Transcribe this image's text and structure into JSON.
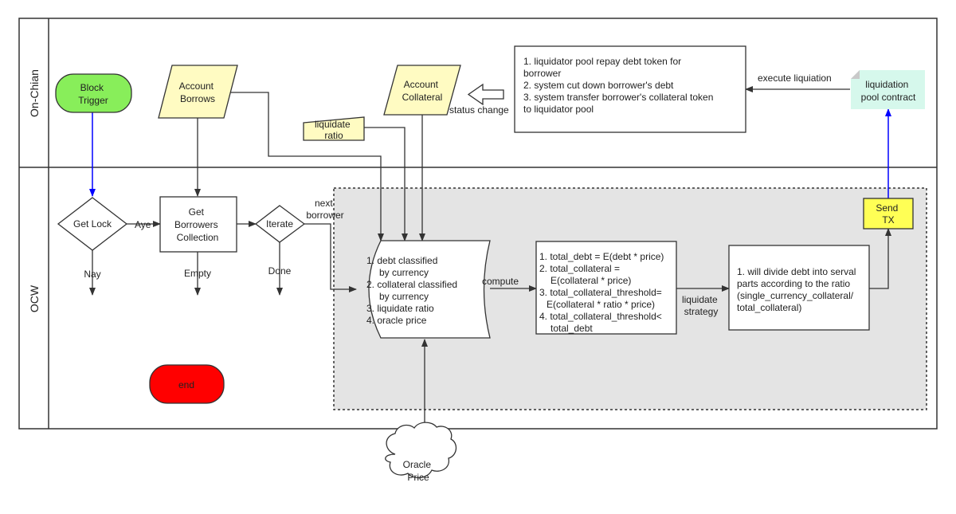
{
  "lanes": {
    "on_chain": "On-Chian",
    "ocw": "OCW"
  },
  "nodes": {
    "block_trigger": [
      "Block",
      "Trigger"
    ],
    "account_borrows": [
      "Account",
      "Borrows"
    ],
    "account_collateral": [
      "Account",
      "Collateral"
    ],
    "liquidate_ratio": [
      "liquidate",
      "ratio"
    ],
    "steps_box": [
      "1. liquidator pool repay debt token for",
      "borrower",
      "2. system cut down borrower's debt",
      "3. system transfer borrower's collateral token",
      "to liquidator pool"
    ],
    "liquidation_pool_contract": [
      "liquidation",
      "pool contract"
    ],
    "get_lock": "Get Lock",
    "get_borrowers_collection": [
      "Get",
      "Borrowers",
      "Collection"
    ],
    "iterate": "Iterate",
    "data_store": [
      "1. debt classified",
      "by currency",
      "2. collateral classified",
      "by currency",
      "3. liquidate ratio",
      "4. oracle price"
    ],
    "compute_box": [
      "1. total_debt = E(debt * price)",
      "2. total_collateral =",
      "E(collateral * price)",
      "3. total_collateral_threshold=",
      "E(collateral * ratio * price)",
      "4. total_collateral_threshold<",
      "total_debt"
    ],
    "strategy_box": [
      "1. will divide debt into serval",
      "parts according to the ratio",
      "(single_currency_collateral/",
      "total_collateral)"
    ],
    "send_tx": [
      "Send",
      "TX"
    ],
    "end": "end",
    "oracle_price": [
      "Oracle",
      "Price"
    ]
  },
  "edge_labels": {
    "aye": "Aye",
    "nay": "Nay",
    "empty": "Empty",
    "done": "Done",
    "next_borrower": [
      "next",
      "borrower"
    ],
    "status_change": "status change",
    "execute_liquidation": "execute liquiation",
    "compute": "compute",
    "liquidate_strategy": [
      "liquidate",
      "strategy"
    ]
  },
  "colors": {
    "green": "#88ee5a",
    "yellow_pale": "#fffbc2",
    "yellow": "#ffff55",
    "mint": "#d6f8ec",
    "red": "#ff0000",
    "grey_area": "#e4e4e4",
    "blue": "#0000ff",
    "line": "#333333"
  }
}
